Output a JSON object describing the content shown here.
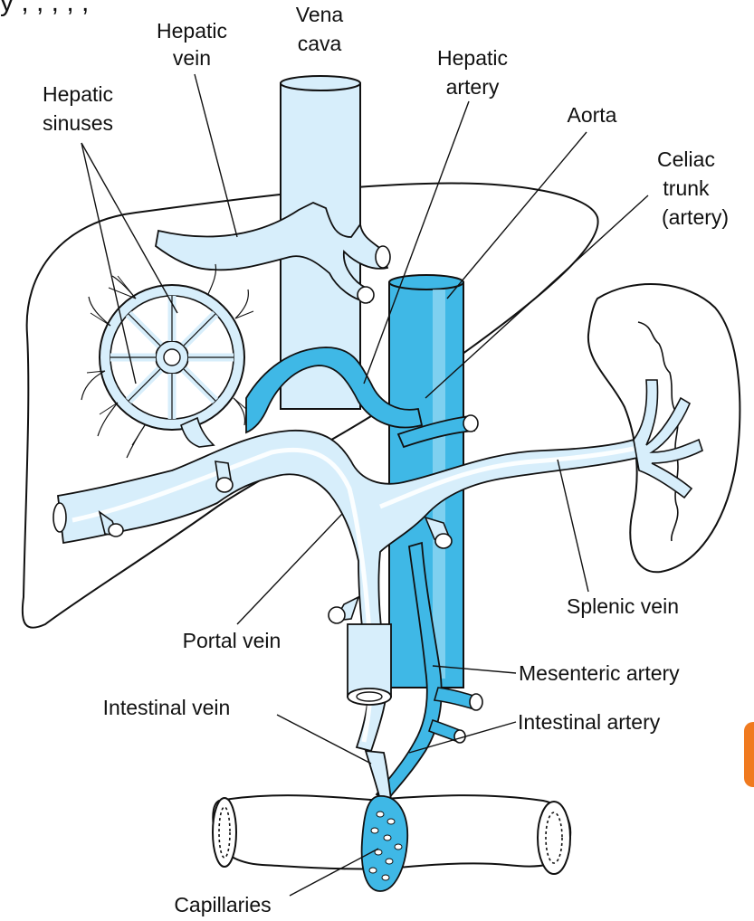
{
  "top_fragment": "y  ,          ,  ,  ,  ,",
  "colors": {
    "vein": "#d7eefb",
    "artery": "#3fb8e6",
    "outline": "#111111",
    "edge_tab": "#f07a1f"
  },
  "labels": {
    "hepatic_vein": [
      "Hepatic",
      "vein"
    ],
    "vena_cava": [
      "Vena",
      "cava"
    ],
    "hepatic_artery": [
      "Hepatic",
      "artery"
    ],
    "hepatic_sinuses": [
      "Hepatic",
      "sinuses"
    ],
    "aorta": "Aorta",
    "celiac_trunk": [
      "Celiac",
      "trunk",
      "(artery)"
    ],
    "splenic_vein": "Splenic vein",
    "portal_vein": "Portal vein",
    "mesenteric_artery": "Mesenteric artery",
    "intestinal_vein": "Intestinal vein",
    "intestinal_artery": "Intestinal artery",
    "capillaries": "Capillaries"
  }
}
